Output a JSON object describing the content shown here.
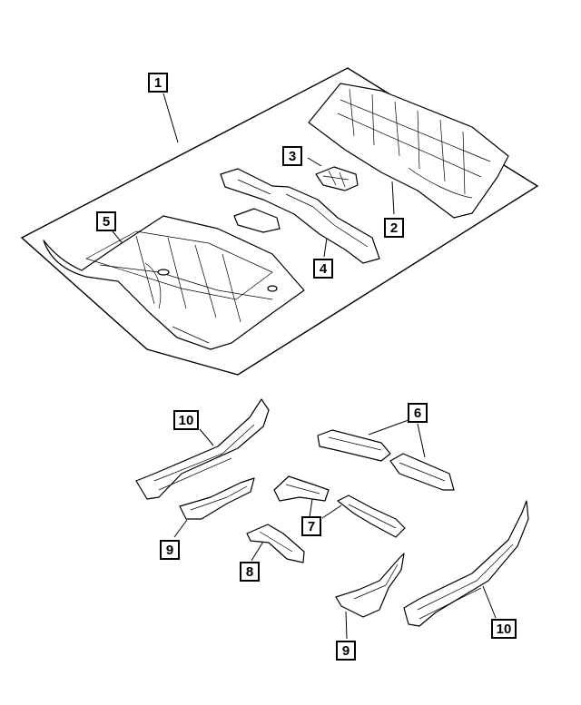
{
  "callouts": [
    {
      "id": "c1",
      "label": "1"
    },
    {
      "id": "c2",
      "label": "2"
    },
    {
      "id": "c3",
      "label": "3"
    },
    {
      "id": "c4",
      "label": "4"
    },
    {
      "id": "c5",
      "label": "5"
    },
    {
      "id": "c6",
      "label": "6"
    },
    {
      "id": "c7",
      "label": "7"
    },
    {
      "id": "c8",
      "label": "8"
    },
    {
      "id": "c9a",
      "label": "9"
    },
    {
      "id": "c9b",
      "label": "9"
    },
    {
      "id": "c10a",
      "label": "10"
    },
    {
      "id": "c10b",
      "label": "10"
    }
  ]
}
